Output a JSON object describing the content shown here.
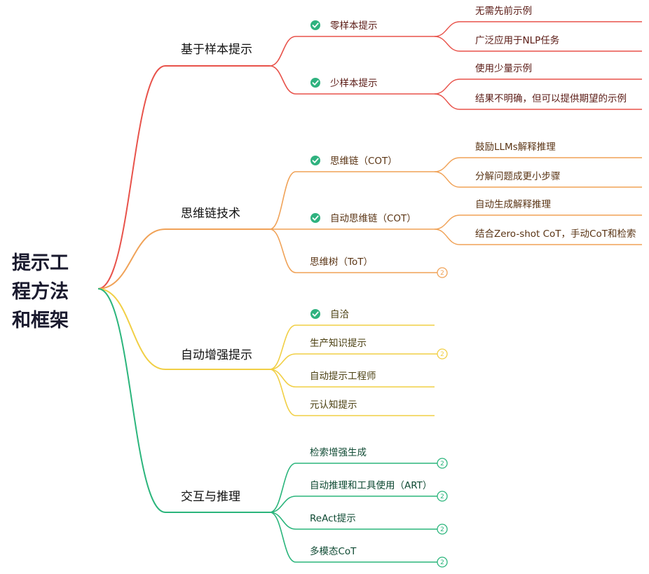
{
  "root": {
    "lines": [
      "提示工",
      "程方法",
      "和框架"
    ]
  },
  "colors": {
    "red": "#e8524a",
    "orange": "#f0a257",
    "yellow": "#f1cf45",
    "green": "#2bb57c",
    "check": "#2fb27f",
    "text_red": "#5a1a14",
    "text_orange": "#5a3414",
    "text_yellow": "#4a3f10",
    "text_green": "#0f4a33"
  },
  "branches": [
    {
      "label": "基于样本提示",
      "color": "red",
      "children": [
        {
          "label": "零样本提示",
          "check": true,
          "children": [
            "无需先前示例",
            "广泛应用于NLP任务"
          ]
        },
        {
          "label": "少样本提示",
          "check": true,
          "children": [
            "使用少量示例",
            "结果不明确，但可以提供期望的示例"
          ]
        }
      ]
    },
    {
      "label": "思维链技术",
      "color": "orange",
      "children": [
        {
          "label": "思维链（COT）",
          "check": true,
          "children": [
            "鼓励LLMs解释推理",
            "分解问题成更小步骤"
          ]
        },
        {
          "label": "自动思维链（COT）",
          "check": true,
          "children": [
            "自动生成解释推理",
            "结合Zero-shot CoT，手动CoT和检索"
          ]
        },
        {
          "label": "思维树（ToT）",
          "badge": "2"
        }
      ]
    },
    {
      "label": "自动增强提示",
      "color": "yellow",
      "children": [
        {
          "label": "自洽",
          "check": true
        },
        {
          "label": "生产知识提示",
          "badge": "2"
        },
        {
          "label": "自动提示工程师"
        },
        {
          "label": "元认知提示"
        }
      ]
    },
    {
      "label": "交互与推理",
      "color": "green",
      "children": [
        {
          "label": "检索增强生成",
          "badge": "2"
        },
        {
          "label": "自动推理和工具使用（ART）",
          "badge": "2"
        },
        {
          "label": "ReAct提示",
          "badge": "2"
        },
        {
          "label": "多模态CoT",
          "badge": "2"
        }
      ]
    }
  ]
}
